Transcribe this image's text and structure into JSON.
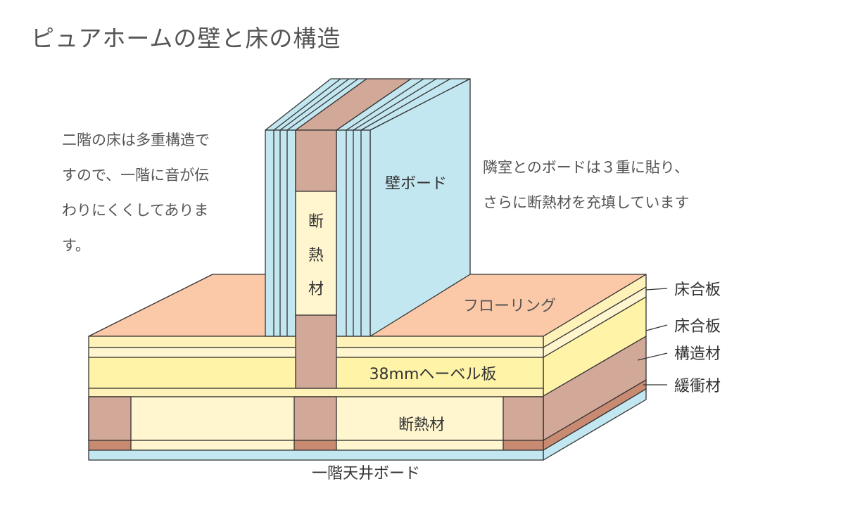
{
  "title": "ピュアホームの壁と床の構造",
  "note_left": [
    "二階の床は多重構造で",
    "すので、一階に音が伝",
    "わりにくくしてありま",
    "す。"
  ],
  "note_right": [
    "隣室とのボードは３重に貼り、",
    "さらに断熱材を充填しています"
  ],
  "labels": {
    "wall_board": "壁ボード",
    "wall_insulation": [
      "断",
      "熱",
      "材"
    ],
    "flooring": "フローリング",
    "level_board": "38mmヘーベル板",
    "floor_insulation": "断熱材",
    "ceiling_board": "一階天井ボード",
    "callouts": [
      "床合板",
      "床合板",
      "構造材",
      "緩衝材"
    ]
  },
  "colors": {
    "board_blue": "#c3e7f1",
    "brown": "#d2a898",
    "dark_brown": "#c98a72",
    "cream": "#fff6cf",
    "yellow": "#fff3a8",
    "pale_yellow": "#fff2b8",
    "flooring": "#fbc9a8",
    "line": "#333333"
  }
}
